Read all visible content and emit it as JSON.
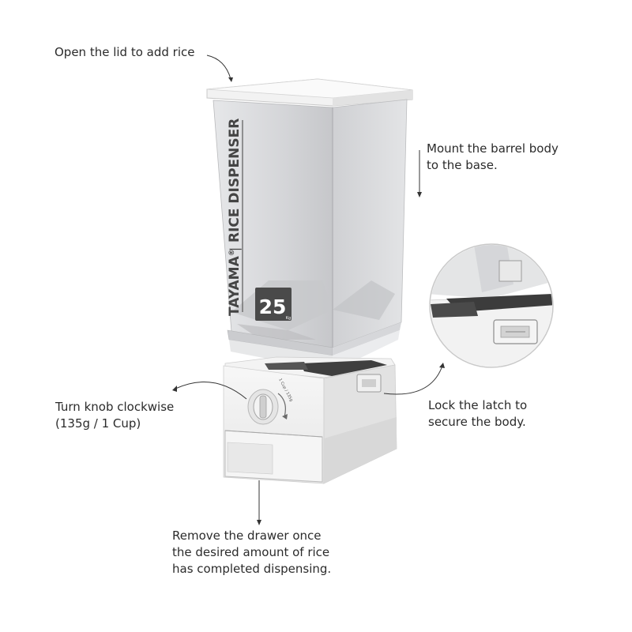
{
  "product": {
    "brand": "TAYAMA",
    "trademark": "®",
    "product_name": "RICE DISPENSER",
    "capacity": "25",
    "capacity_unit": "Kg",
    "knob_label": "1 Cup / 135g"
  },
  "callouts": {
    "lid": [
      "Open the lid to add rice"
    ],
    "mount": [
      "Mount the barrel body",
      "to the base."
    ],
    "knob": [
      "Turn knob clockwise",
      "(135g / 1 Cup)"
    ],
    "latch": [
      "Lock the latch to",
      "secure the body."
    ],
    "drawer": [
      "Remove the drawer once",
      "the desired amount of rice",
      "has completed dispensing."
    ]
  },
  "colors": {
    "body_white": "#f4f4f4",
    "barrel_translucent": "#d9dadc",
    "dark_tray": "#3d3d3d",
    "label_dark": "#4a4a4a",
    "text": "#2b2b2b"
  }
}
